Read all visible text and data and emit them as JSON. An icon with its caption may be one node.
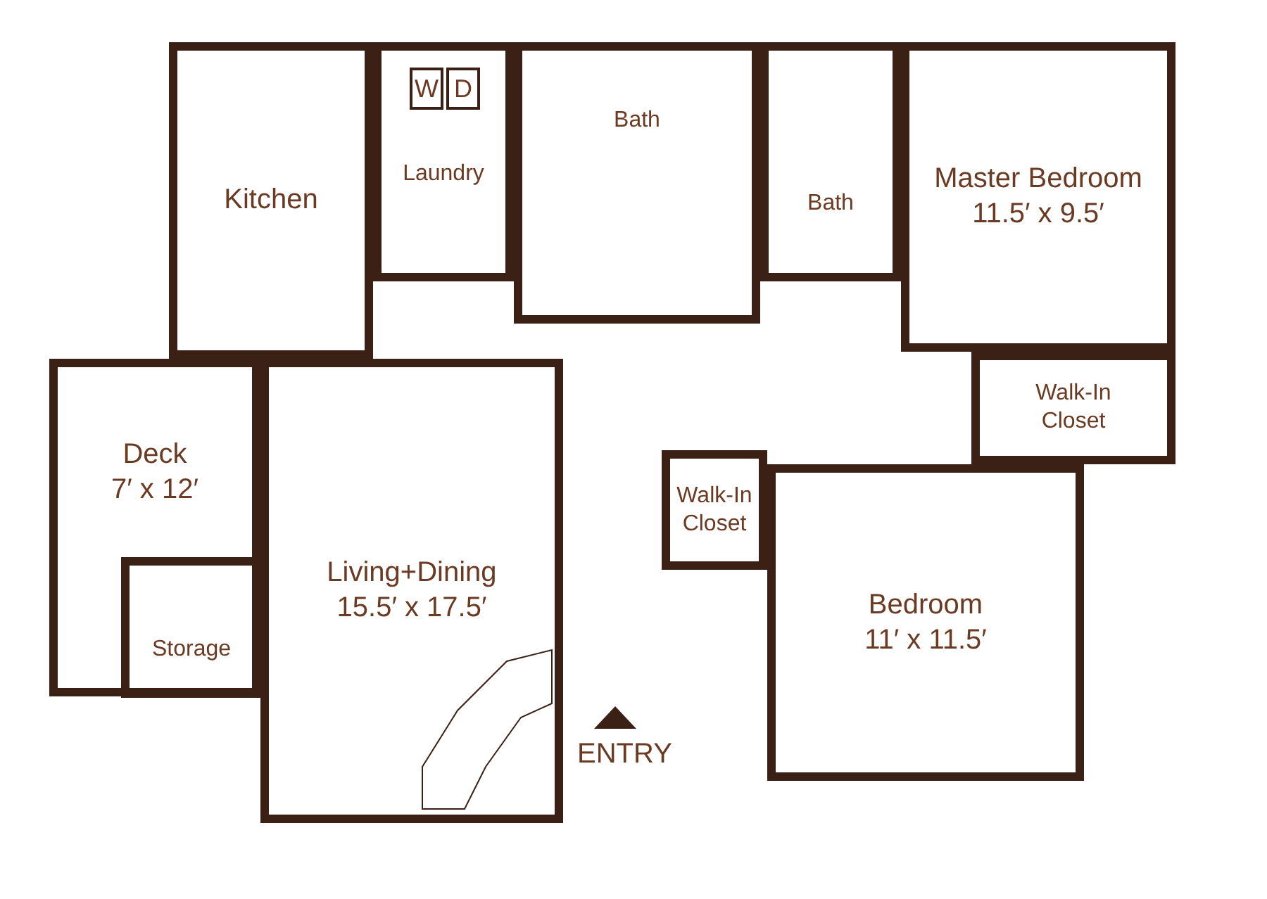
{
  "diagram": {
    "nodes": [
      {
        "text": [
          "Kitchen"
        ]
      },
      {
        "text": [
          "Laundry"
        ]
      },
      {
        "text": [
          "W"
        ],
        "in": 1
      },
      {
        "text": [
          "D"
        ],
        "in": 1
      },
      {
        "text": [
          "Bath"
        ]
      },
      {
        "text": [
          "Bath"
        ]
      },
      {
        "text": [
          "Master Bedroom",
          "11.5′ x 9.5′"
        ]
      },
      {
        "text": [
          "Walk-In Closet"
        ]
      },
      {
        "text": [
          "Deck",
          "7′ x 12′"
        ]
      },
      {
        "text": [
          "Storage"
        ],
        "in": 8
      },
      {
        "text": [
          "Living+Dining",
          "15.5′ x 17.5′"
        ]
      },
      {
        "text": [
          "Walk-In Closet"
        ]
      },
      {
        "text": [
          "Bedroom",
          "11′ x 11.5′"
        ]
      }
    ],
    "edges": [],
    "labels": [
      "ENTRY"
    ]
  }
}
